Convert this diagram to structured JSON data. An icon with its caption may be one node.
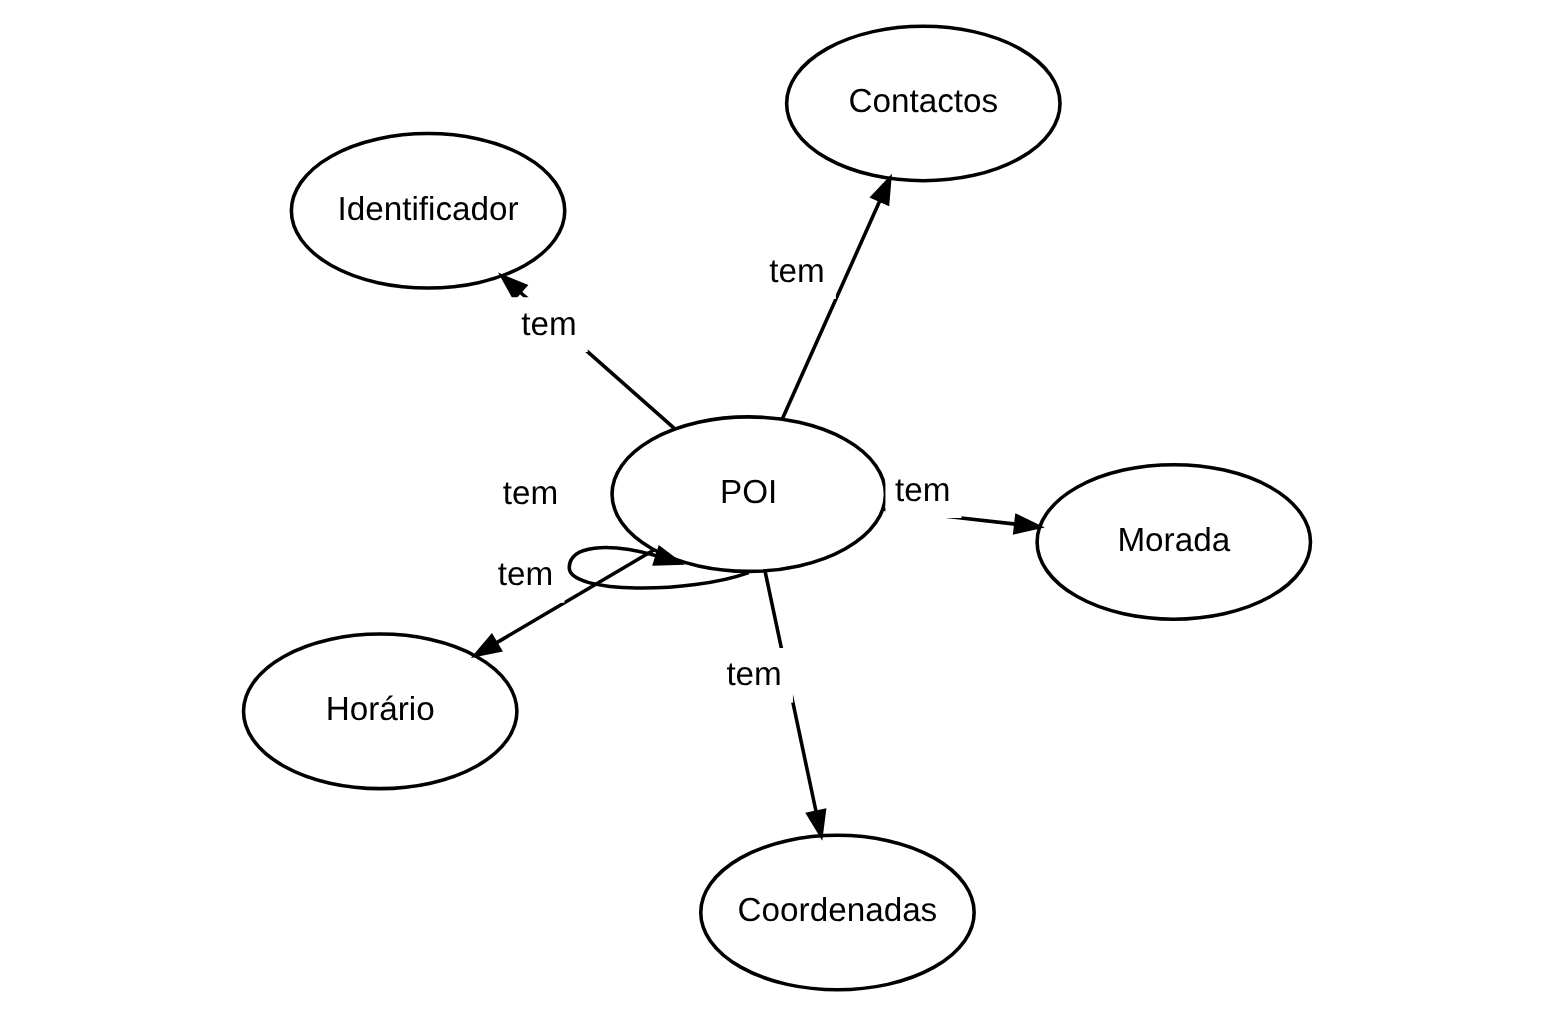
{
  "diagram": {
    "nodes": [
      {
        "text": [
          "Identificador"
        ]
      },
      {
        "text": [
          "Morada"
        ]
      },
      {
        "text": [
          "Coordenadas"
        ]
      },
      {
        "text": [
          "POI"
        ]
      },
      {
        "text": [
          "Contactos"
        ]
      },
      {
        "text": [
          "Horário"
        ]
      }
    ],
    "edges": [
      {
        "from": 3,
        "to": 1,
        "arrow": "to",
        "label": "tem"
      },
      {
        "from": 3,
        "to": 0,
        "arrow": "to",
        "label": "tem"
      },
      {
        "from": 3,
        "to": 2,
        "arrow": "to",
        "label": "tem"
      },
      {
        "from": 3,
        "to": 5,
        "arrow": "to",
        "label": "tem"
      },
      {
        "from": 3,
        "to": 4,
        "arrow": "to",
        "label": "tem"
      },
      {
        "from": 3,
        "to": 3,
        "arrow": "to",
        "label": "tem"
      }
    ]
  }
}
